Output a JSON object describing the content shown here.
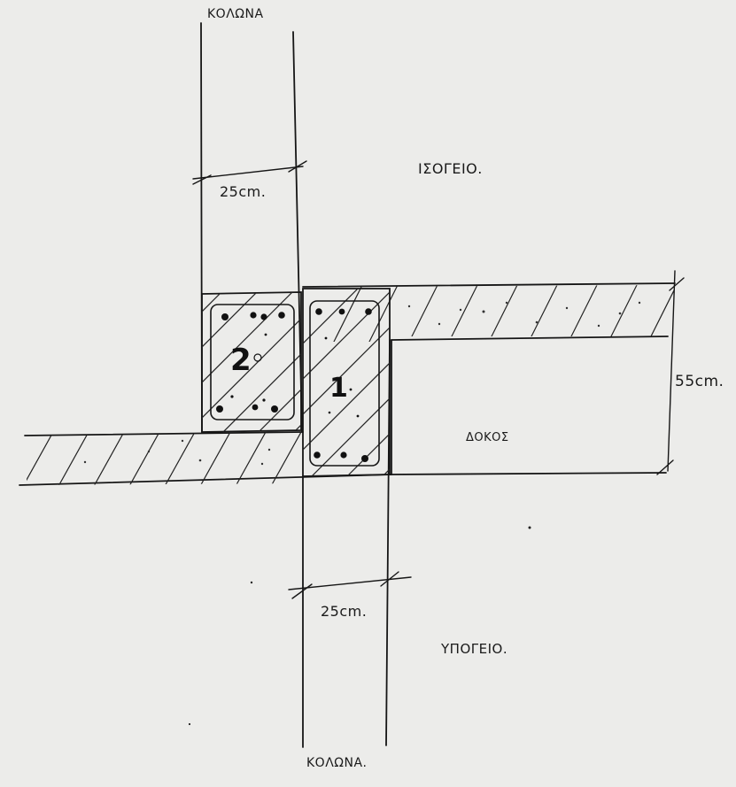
{
  "labels": {
    "column_top": "ΚΟΛΩΝΑ",
    "column_bottom": "ΚΟΛΩΝΑ.",
    "ground_floor": "ΙΣΟΓΕΙΟ.",
    "basement": "ΥΠΟΓΕΙΟ.",
    "beam": "ΔΟΚΟΣ",
    "dim_top": "25cm.",
    "dim_bottom": "25cm.",
    "dim_height": "55cm.",
    "block_left": "2",
    "block_right": "1"
  },
  "colors": {
    "background": "#ececea",
    "ink": "#161616"
  }
}
